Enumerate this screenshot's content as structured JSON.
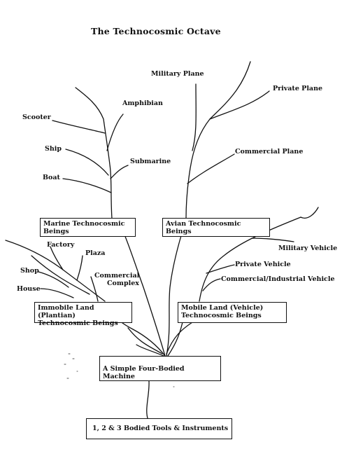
{
  "title": "The Technocosmic Octave",
  "boxes": {
    "marine": [
      "Marine Technocosmic",
      "Beings"
    ],
    "avian": [
      "Avian Technocosmic",
      "Beings"
    ],
    "immobile": [
      "Immobile Land (Plantian)",
      "Technocosmic Beings"
    ],
    "mobile": [
      "Mobile Land (Vehicle)",
      "Technocosmic Beings"
    ],
    "machine": "A Simple Four-Bodied Machine",
    "tools": "1, 2 & 3 Bodied Tools & Instruments"
  },
  "labels": {
    "military_plane": "Military Plane",
    "private_plane": "Private Plane",
    "commercial_plane": "Commercial Plane",
    "amphibian": "Amphibian",
    "scooter": "Scooter",
    "ship": "Ship",
    "submarine": "Submarine",
    "boat": "Boat",
    "factory": "Factory",
    "plaza": "Plaza",
    "shop": "Shop",
    "commercial_complex": [
      "Commercial",
      "Complex"
    ],
    "house": "House",
    "military_vehicle": "Military Vehicle",
    "private_vehicle": "Private Vehicle",
    "commercial_industrial_vehicle": "Commercial/Industrial Vehicle"
  }
}
